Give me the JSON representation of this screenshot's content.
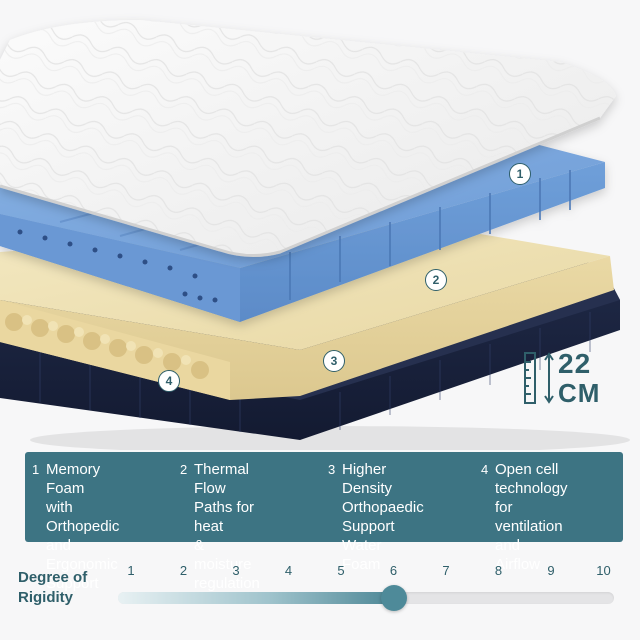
{
  "height": {
    "value": "22",
    "unit": "CM"
  },
  "markers": [
    "1",
    "2",
    "3",
    "4"
  ],
  "features": [
    {
      "num": "1",
      "lines": [
        "Memory Foam",
        "with Orthopedic",
        "and Ergonomic",
        "Support"
      ]
    },
    {
      "num": "2",
      "lines": [
        "Thermal Flow",
        "Paths for heat",
        "& moisture",
        "regulation"
      ]
    },
    {
      "num": "3",
      "lines": [
        "Higher Density",
        "Orthopaedic",
        "Support Water",
        "Foam"
      ]
    },
    {
      "num": "4",
      "lines": [
        "Open cell",
        "technology for",
        "ventilation and",
        "Airflow"
      ]
    }
  ],
  "rigidity": {
    "title_line1": "Degree of",
    "title_line2": "Rigidity",
    "scale": [
      "1",
      "2",
      "3",
      "4",
      "5",
      "6",
      "7",
      "8",
      "9",
      "10"
    ],
    "value": 6
  },
  "colors": {
    "accent": "#3d7483",
    "text_dark": "#2f5f6a",
    "memory_foam": "#6f9ed8",
    "support_foam": "#ecdcaa",
    "base": "#1a2440",
    "cover": "#f3f3f3"
  },
  "icons": [
    "ruler-icon",
    "up-down-arrow-icon"
  ]
}
